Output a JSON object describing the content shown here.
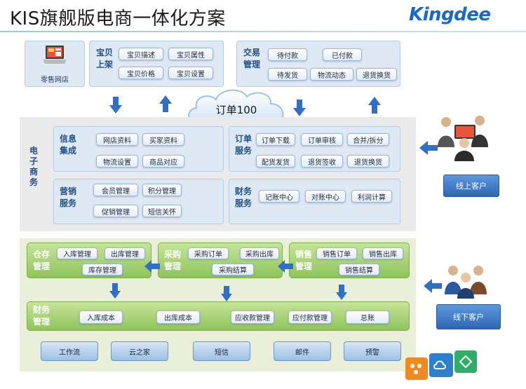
{
  "title": "KIS旗舰版电商一体化方案",
  "logo": "Kingdee",
  "store": {
    "label": "零售网店"
  },
  "baobei": {
    "label": "宝贝\n上架",
    "buttons": [
      "宝贝描述",
      "宝贝属性",
      "宝贝价格",
      "宝贝设置"
    ]
  },
  "jiaoyi": {
    "label": "交易\n管理",
    "buttons": [
      "待付款",
      "已付款",
      "待发货",
      "物流动态",
      "退货换货"
    ]
  },
  "cloud": {
    "label": "订单100"
  },
  "ecommerce": {
    "label": "电\n子\n商\n务"
  },
  "xinxi": {
    "label": "信息\n集成",
    "buttons": [
      "网店资料",
      "买家资料",
      "物流设置",
      "商品对应"
    ]
  },
  "dingdan": {
    "label": "订单\n服务",
    "buttons": [
      "订单下载",
      "订单审核",
      "合并/拆分",
      "配货发货",
      "退货签收",
      "退货换货"
    ]
  },
  "yingxiao": {
    "label": "营销\n服务",
    "buttons": [
      "会员管理",
      "积分管理",
      "促销管理",
      "短信关怀"
    ]
  },
  "caiwu_fw": {
    "label": "财务\n服务",
    "buttons": [
      "记账中心",
      "对账中心",
      "利润计算"
    ]
  },
  "cangcun": {
    "label": "仓存\n管理",
    "buttons": [
      "入库管理",
      "出库管理",
      "库存管理"
    ]
  },
  "caigou": {
    "label": "采购\n管理",
    "buttons": [
      "采购订单",
      "采购出库",
      "采购结算"
    ]
  },
  "xiaoshou": {
    "label": "销售\n管理",
    "buttons": [
      "销售订单",
      "销售出库",
      "销售结算"
    ]
  },
  "caiwu_gl": {
    "label": "财务\n管理",
    "buttons": [
      "入库成本",
      "出库成本",
      "应收款管理",
      "应付款管理",
      "总账"
    ]
  },
  "footer": {
    "buttons": [
      "工作流",
      "云之家",
      "短信",
      "邮件",
      "预警"
    ]
  },
  "customers": {
    "online": "线上客户",
    "offline": "线下客户"
  },
  "colors": {
    "title_blue": "#1a68c8",
    "panel_blue": "#dfe9f4",
    "green": "#8fc35c",
    "arrow_blue": "#2f6fc5"
  }
}
